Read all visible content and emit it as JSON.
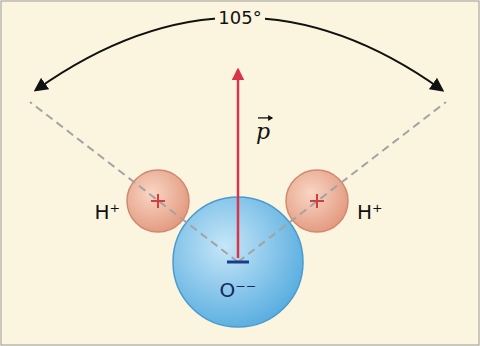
{
  "diagram": {
    "nodes": [
      {
        "text": [
          "H⁺"
        ]
      },
      {
        "text": [
          "H⁺"
        ]
      },
      {
        "text": [
          "O⁻⁻"
        ]
      }
    ],
    "labels": [
      "105°",
      "p"
    ]
  }
}
